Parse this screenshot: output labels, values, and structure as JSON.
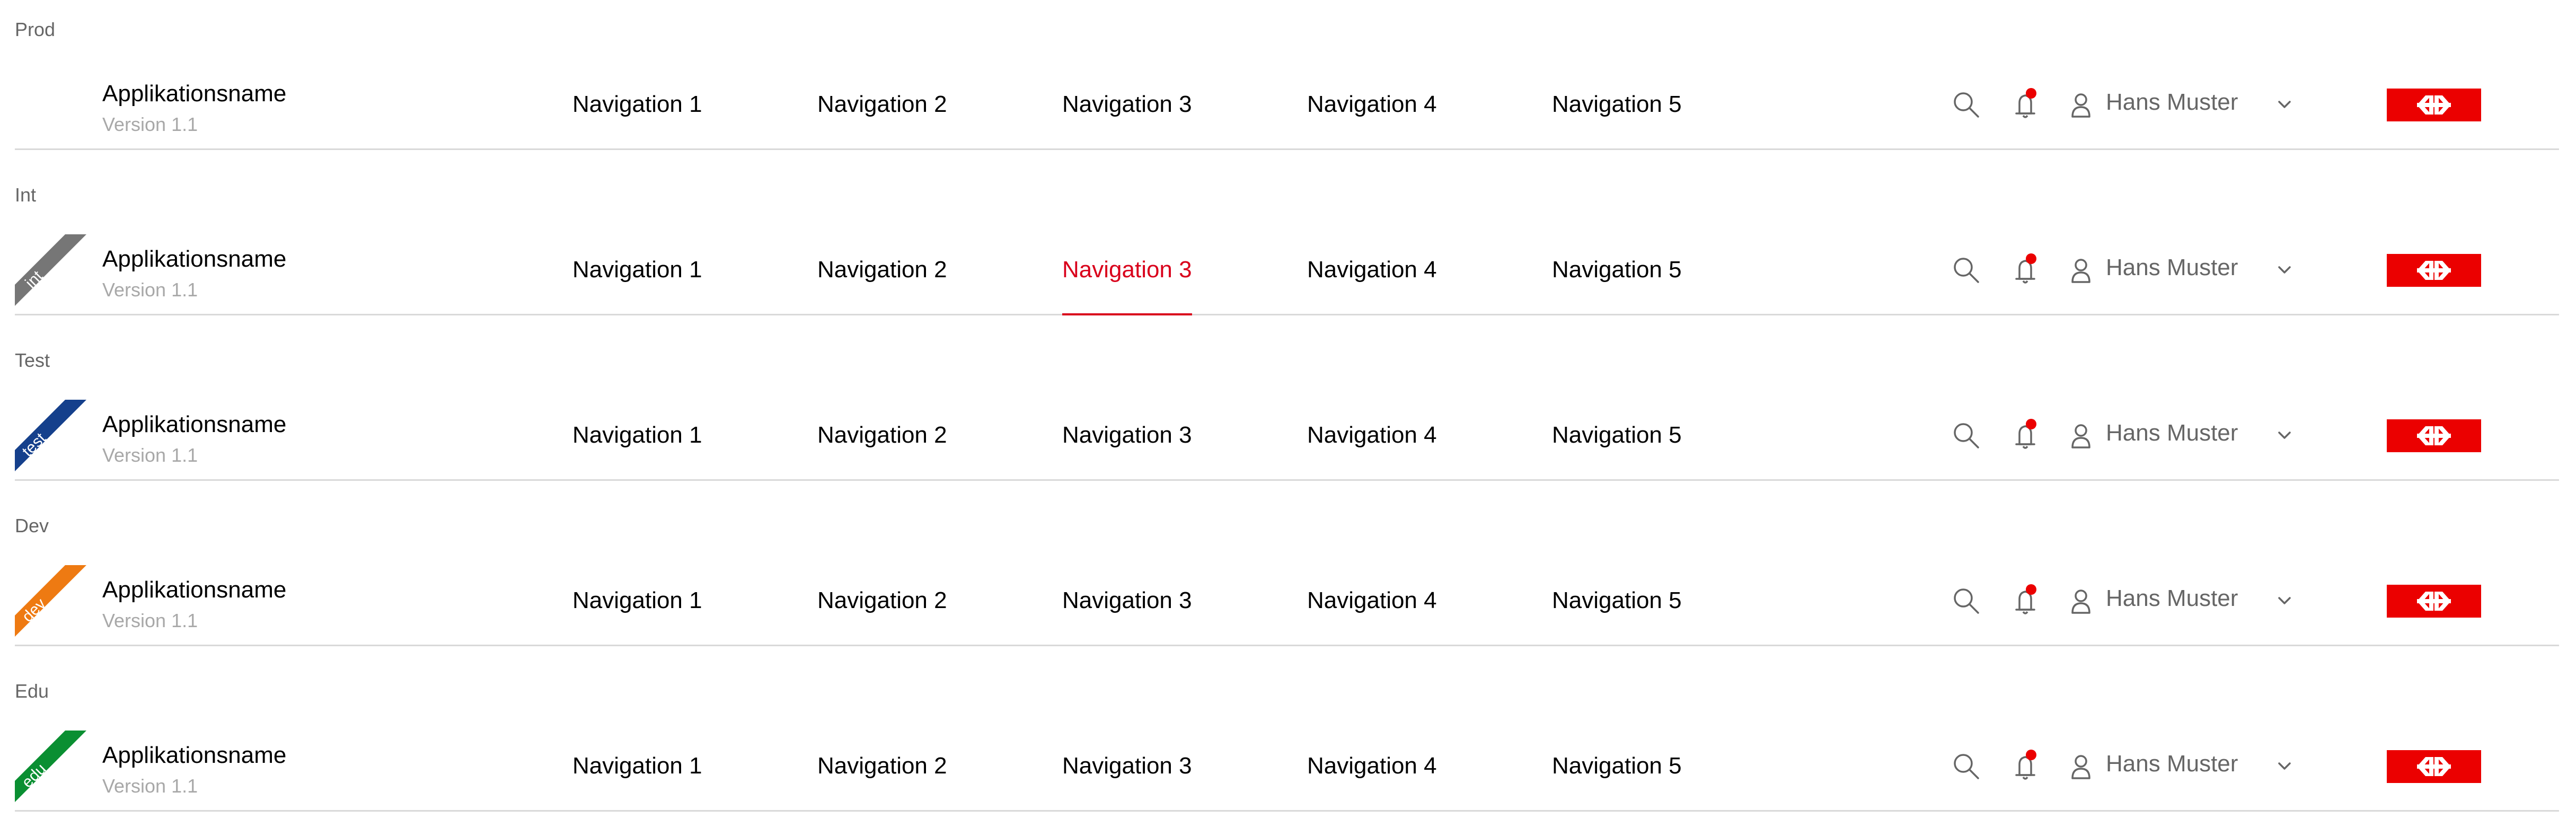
{
  "colors": {
    "brand_red": "#eb0000",
    "active_red": "#d9001b",
    "int": "#767676",
    "test": "#15408c",
    "dev": "#ee7a12",
    "edu": "#0a8f32"
  },
  "environments": [
    {
      "label": "Prod",
      "ribbon": "",
      "app_name": "Applikationsname",
      "version": "Version 1.1",
      "user": "Hans Muster"
    },
    {
      "label": "Int",
      "ribbon": "int",
      "app_name": "Applikationsname",
      "version": "Version 1.1",
      "user": "Hans Muster"
    },
    {
      "label": "Test",
      "ribbon": "test",
      "app_name": "Applikationsname",
      "version": "Version 1.1",
      "user": "Hans Muster"
    },
    {
      "label": "Dev",
      "ribbon": "dev",
      "app_name": "Applikationsname",
      "version": "Version 1.1",
      "user": "Hans Muster"
    },
    {
      "label": "Edu",
      "ribbon": "edu",
      "app_name": "Applikationsname",
      "version": "Version 1.1",
      "user": "Hans Muster"
    }
  ],
  "nav": [
    "Navigation 1",
    "Navigation 2",
    "Navigation 3",
    "Navigation 4",
    "Navigation 5"
  ],
  "active_nav": [
    null,
    2,
    null,
    null,
    null
  ],
  "icons": [
    "search-icon",
    "notification-bell-icon",
    "user-icon",
    "chevron-down-icon",
    "sbb-logo-icon"
  ]
}
